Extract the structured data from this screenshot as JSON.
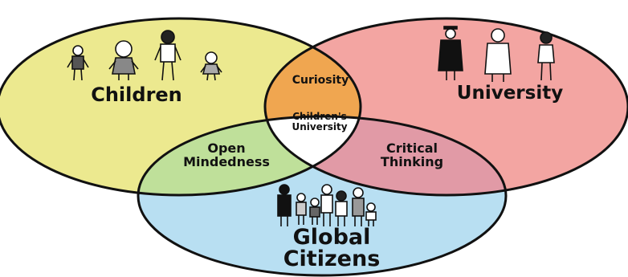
{
  "diagram": {
    "type": "venn",
    "sets": [
      {
        "id": "children",
        "label": "Children",
        "color": "#ece98f"
      },
      {
        "id": "university",
        "label": "University",
        "color": "#f3a5a2"
      },
      {
        "id": "global",
        "label": "Global\nCitizens",
        "label_line1": "Global",
        "label_line2": "Citizens",
        "color": "#b8dff2"
      }
    ],
    "overlaps": {
      "children_university": {
        "label": "Curiosity",
        "color": "#f0a650"
      },
      "children_global": {
        "label_line1": "Open",
        "label_line2": "Mindedness",
        "color": "#bfe09a"
      },
      "university_global": {
        "label_line1": "Critical",
        "label_line2": "Thinking",
        "color": "#e19aa6"
      },
      "center": {
        "label_line1": "Children's",
        "label_line2": "University",
        "color": "#ffffff"
      }
    },
    "outline_color": "#111111"
  }
}
